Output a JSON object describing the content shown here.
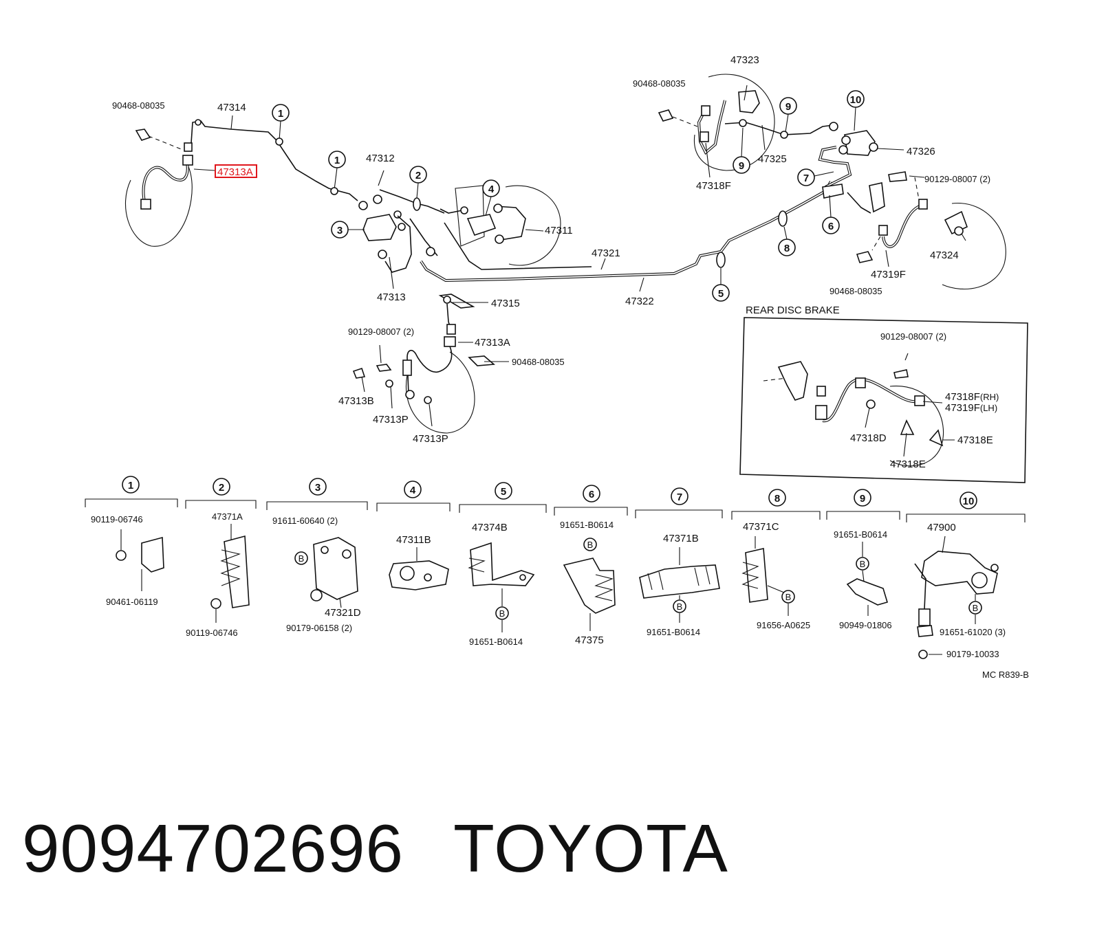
{
  "parts": {
    "p90468_08035_a": "90468-08035",
    "p47314": "47314",
    "p47313A_highlight": "47313A",
    "p47312": "47312",
    "p47311": "47311",
    "p47313": "47313",
    "p47315": "47315",
    "p47321": "47321",
    "p47322": "47322",
    "p90129_08007_a": "90129-08007 (2)",
    "p47313A_b": "47313A",
    "p90468_08035_b": "90468-08035",
    "p47313B": "47313B",
    "p47313P_a": "47313P",
    "p47313P_b": "47313P",
    "p47323": "47323",
    "p90468_08035_c": "90468-08035",
    "p47325": "47325",
    "p47318F": "47318F",
    "p47326": "47326",
    "p90129_08007_b": "90129-08007 (2)",
    "p47324": "47324",
    "p47319F": "47319F",
    "p90468_08035_d": "90468-08035"
  },
  "callouts": [
    "1",
    "2",
    "3",
    "4",
    "5",
    "6",
    "7",
    "8",
    "9",
    "10"
  ],
  "rear_disc": {
    "title": "REAR DISC BRAKE",
    "p90129_08007": "90129-08007 (2)",
    "p47318F": "47318F",
    "p47318F_sub": "(RH)",
    "p47319F": "47319F",
    "p47319F_sub": "(LH)",
    "p47318D": "47318D",
    "p47318E_a": "47318E",
    "p47318E_b": "47318E"
  },
  "details": [
    {
      "num": "1",
      "a": "90119-06746",
      "b": "90461-06119",
      "c": "90119-06746"
    },
    {
      "num": "2",
      "a": "47371A"
    },
    {
      "num": "3",
      "a": "91611-60640 (2)",
      "b": "47321D",
      "c": "90179-06158 (2)"
    },
    {
      "num": "4",
      "a": "47311B"
    },
    {
      "num": "5",
      "a": "47374B",
      "b": "91651-B0614"
    },
    {
      "num": "6",
      "a": "91651-B0614",
      "b": "47375"
    },
    {
      "num": "7",
      "a": "47371B",
      "b": "91651-B0614"
    },
    {
      "num": "8",
      "a": "47371C",
      "b": "91656-A0625"
    },
    {
      "num": "9",
      "a": "91651-B0614",
      "b": "90949-01806"
    },
    {
      "num": "10",
      "a": "47900",
      "b": "91651-61020 (3)",
      "c": "90179-10033"
    }
  ],
  "bolt_marker": "B",
  "ref_code": "MC R839-B",
  "footer": {
    "part_number": "9094702696",
    "brand": "TOYOTA"
  },
  "colors": {
    "highlight": "#e0151b",
    "ink": "#111111"
  }
}
